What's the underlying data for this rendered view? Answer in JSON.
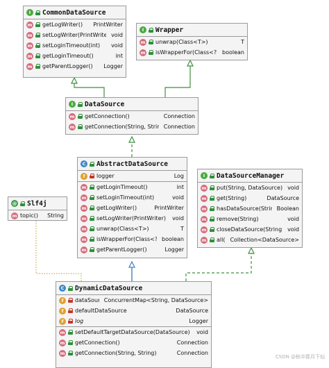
{
  "classes": {
    "common_data_source": {
      "name": "CommonDataSource",
      "members": [
        {
          "sig": "getLogWriter()",
          "ret": "PrintWriter"
        },
        {
          "sig": "setLogWriter(PrintWriter)",
          "ret": "void"
        },
        {
          "sig": "setLoginTimeout(int)",
          "ret": "void"
        },
        {
          "sig": "getLoginTimeout()",
          "ret": "int"
        },
        {
          "sig": "getParentLogger()",
          "ret": "Logger"
        }
      ]
    },
    "wrapper": {
      "name": "Wrapper",
      "members": [
        {
          "sig": "unwrap(Class<T>)",
          "ret": "T"
        },
        {
          "sig": "isWrapperFor(Class<?>)",
          "ret": "boolean"
        }
      ]
    },
    "data_source": {
      "name": "DataSource",
      "members": [
        {
          "sig": "getConnection()",
          "ret": "Connection"
        },
        {
          "sig": "getConnection(String, String)",
          "ret": "Connection"
        }
      ]
    },
    "abstract_data_source": {
      "name": "AbstractDataSource",
      "fields": [
        {
          "sig": "logger",
          "ret": "Log"
        }
      ],
      "members": [
        {
          "sig": "getLoginTimeout()",
          "ret": "int"
        },
        {
          "sig": "setLoginTimeout(int)",
          "ret": "void"
        },
        {
          "sig": "getLogWriter()",
          "ret": "PrintWriter"
        },
        {
          "sig": "setLogWriter(PrintWriter)",
          "ret": "void"
        },
        {
          "sig": "unwrap(Class<T>)",
          "ret": "T"
        },
        {
          "sig": "isWrapperFor(Class<?>)",
          "ret": "boolean"
        },
        {
          "sig": "getParentLogger()",
          "ret": "Logger"
        }
      ]
    },
    "data_source_manager": {
      "name": "DataSourceManager",
      "members": [
        {
          "sig": "put(String, DataSource)",
          "ret": "void"
        },
        {
          "sig": "get(String)",
          "ret": "DataSource"
        },
        {
          "sig": "hasDataSource(String)",
          "ret": "Boolean"
        },
        {
          "sig": "remove(String)",
          "ret": "void"
        },
        {
          "sig": "closeDataSource(String)",
          "ret": "void"
        },
        {
          "sig": "all()",
          "ret": "Collection<DataSource>"
        }
      ]
    },
    "slf4j": {
      "name": "Slf4j",
      "members": [
        {
          "sig": "topic()",
          "ret": "String"
        }
      ]
    },
    "dynamic_data_source": {
      "name": "DynamicDataSource",
      "fields": [
        {
          "sig": "dataSources",
          "ret": "ConcurrentMap<String, DataSource>"
        },
        {
          "sig": "defaultDataSource",
          "ret": "DataSource"
        },
        {
          "sig": "log",
          "ret": "Logger"
        }
      ],
      "members": [
        {
          "sig": "setDefaultTargetDataSource(DataSource)",
          "ret": "void"
        },
        {
          "sig": "getConnection()",
          "ret": "Connection"
        },
        {
          "sig": "getConnection(String, String)",
          "ret": "Connection"
        }
      ]
    }
  },
  "watermark": "CSDN @秋中葬月下仙",
  "colors": {
    "interface_edge": "#3f8f3f",
    "inheritance_edge": "#3f7fc5",
    "annotation_edge": "#c8a84a",
    "method_icon": "#d56b7c",
    "field_icon": "#e0a030"
  }
}
